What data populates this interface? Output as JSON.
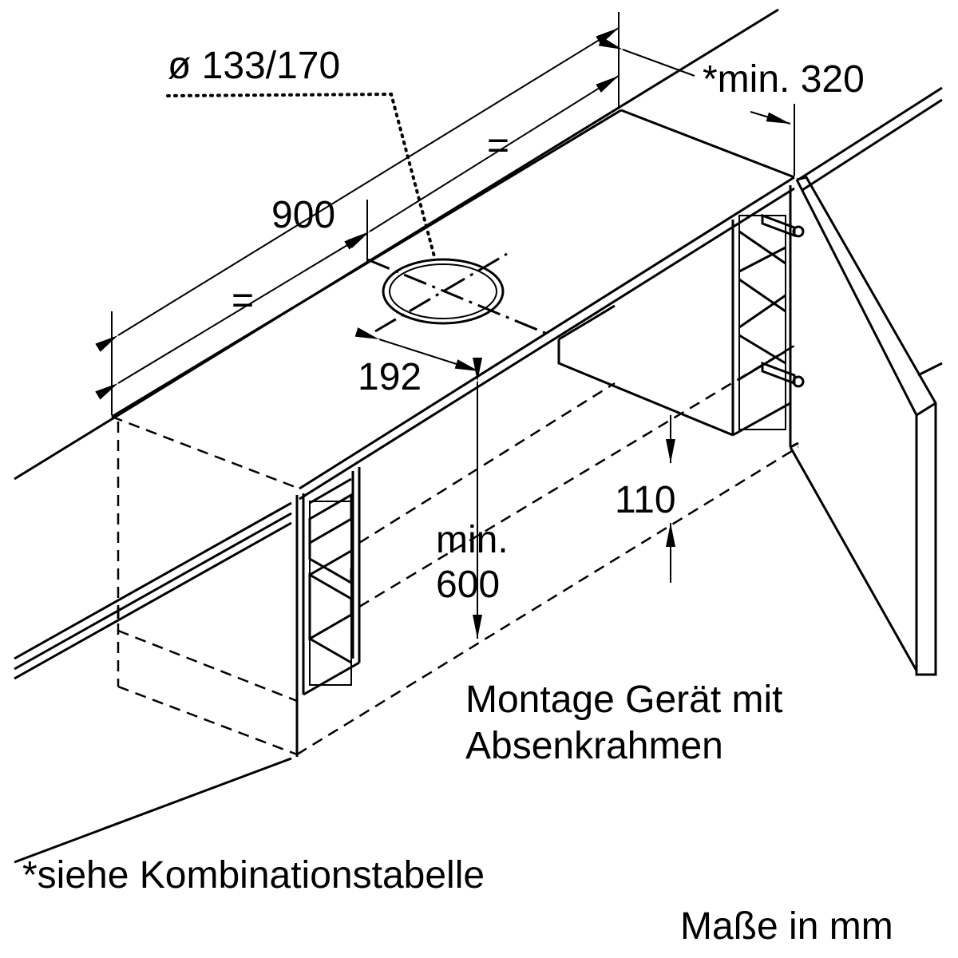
{
  "labels": {
    "duct_diameter": "ø 133/170",
    "min_depth": "*min. 320",
    "equal_right": "=",
    "equal_left": "=",
    "width": "900",
    "offset": "192",
    "frame_height": "110",
    "min_label": "min.",
    "min_height": "600",
    "caption_line1": "Montage Gerät mit",
    "caption_line2": "Absenkrahmen",
    "footnote": "*siehe Kombinationstabelle",
    "units": "Maße in mm"
  }
}
